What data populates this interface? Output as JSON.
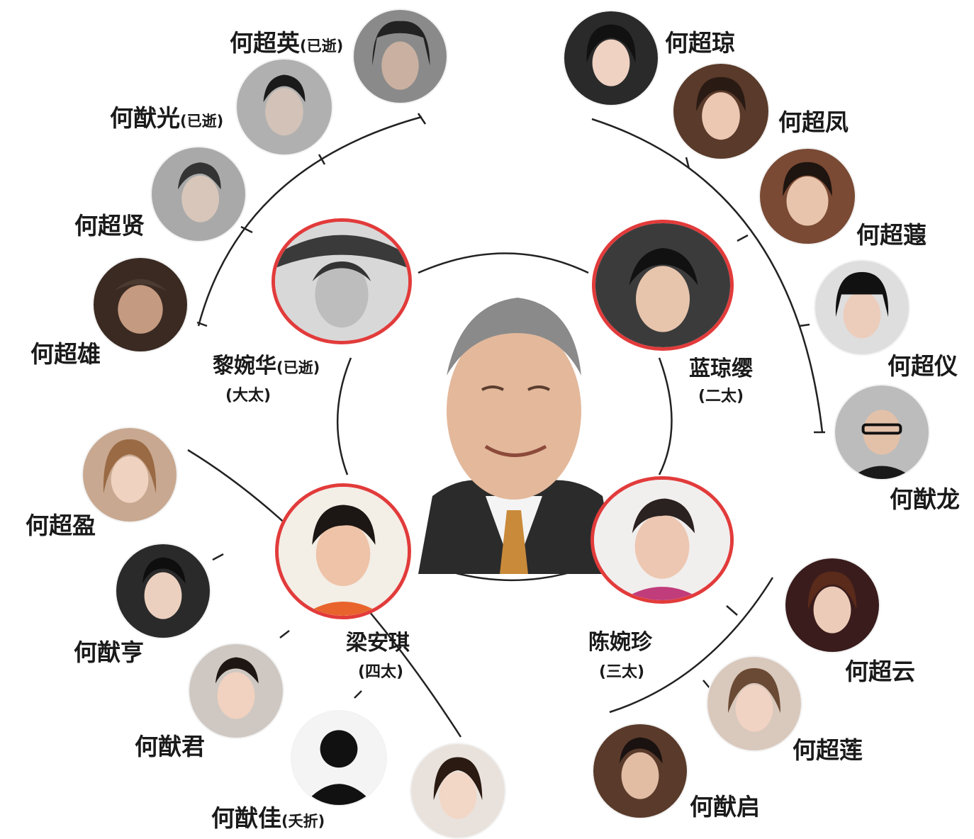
{
  "patriarch": {
    "name": ""
  },
  "wives": [
    {
      "id": "w1",
      "name": "黎婉华",
      "note": "(已逝)",
      "role": "(大太)"
    },
    {
      "id": "w2",
      "name": "蓝琼缨",
      "note": "",
      "role": "(二太)"
    },
    {
      "id": "w3",
      "name": "陈婉珍",
      "note": "",
      "role": "(三太)"
    },
    {
      "id": "w4",
      "name": "梁安琪",
      "note": "",
      "role": "(四太)"
    }
  ],
  "children": {
    "w1": [
      {
        "name": "何超英",
        "note": "(已逝)"
      },
      {
        "name": "何猷光",
        "note": "(已逝)"
      },
      {
        "name": "何超贤",
        "note": ""
      },
      {
        "name": "何超雄",
        "note": ""
      }
    ],
    "w2": [
      {
        "name": "何超琼",
        "note": ""
      },
      {
        "name": "何超凤",
        "note": ""
      },
      {
        "name": "何超蕸",
        "note": ""
      },
      {
        "name": "何超仪",
        "note": ""
      },
      {
        "name": "何猷龙",
        "note": ""
      }
    ],
    "w3": [
      {
        "name": "何超云",
        "note": ""
      },
      {
        "name": "何超莲",
        "note": ""
      },
      {
        "name": "何猷启",
        "note": ""
      }
    ],
    "w4": [
      {
        "name": "何超盈",
        "note": ""
      },
      {
        "name": "何猷亨",
        "note": ""
      },
      {
        "name": "何猷君",
        "note": ""
      },
      {
        "name": "何猷佳",
        "note": "(夭折)"
      }
    ]
  },
  "colors": {
    "highlight_ring": "#e23b3b",
    "line": "#222222",
    "text": "#1a1a1a"
  }
}
